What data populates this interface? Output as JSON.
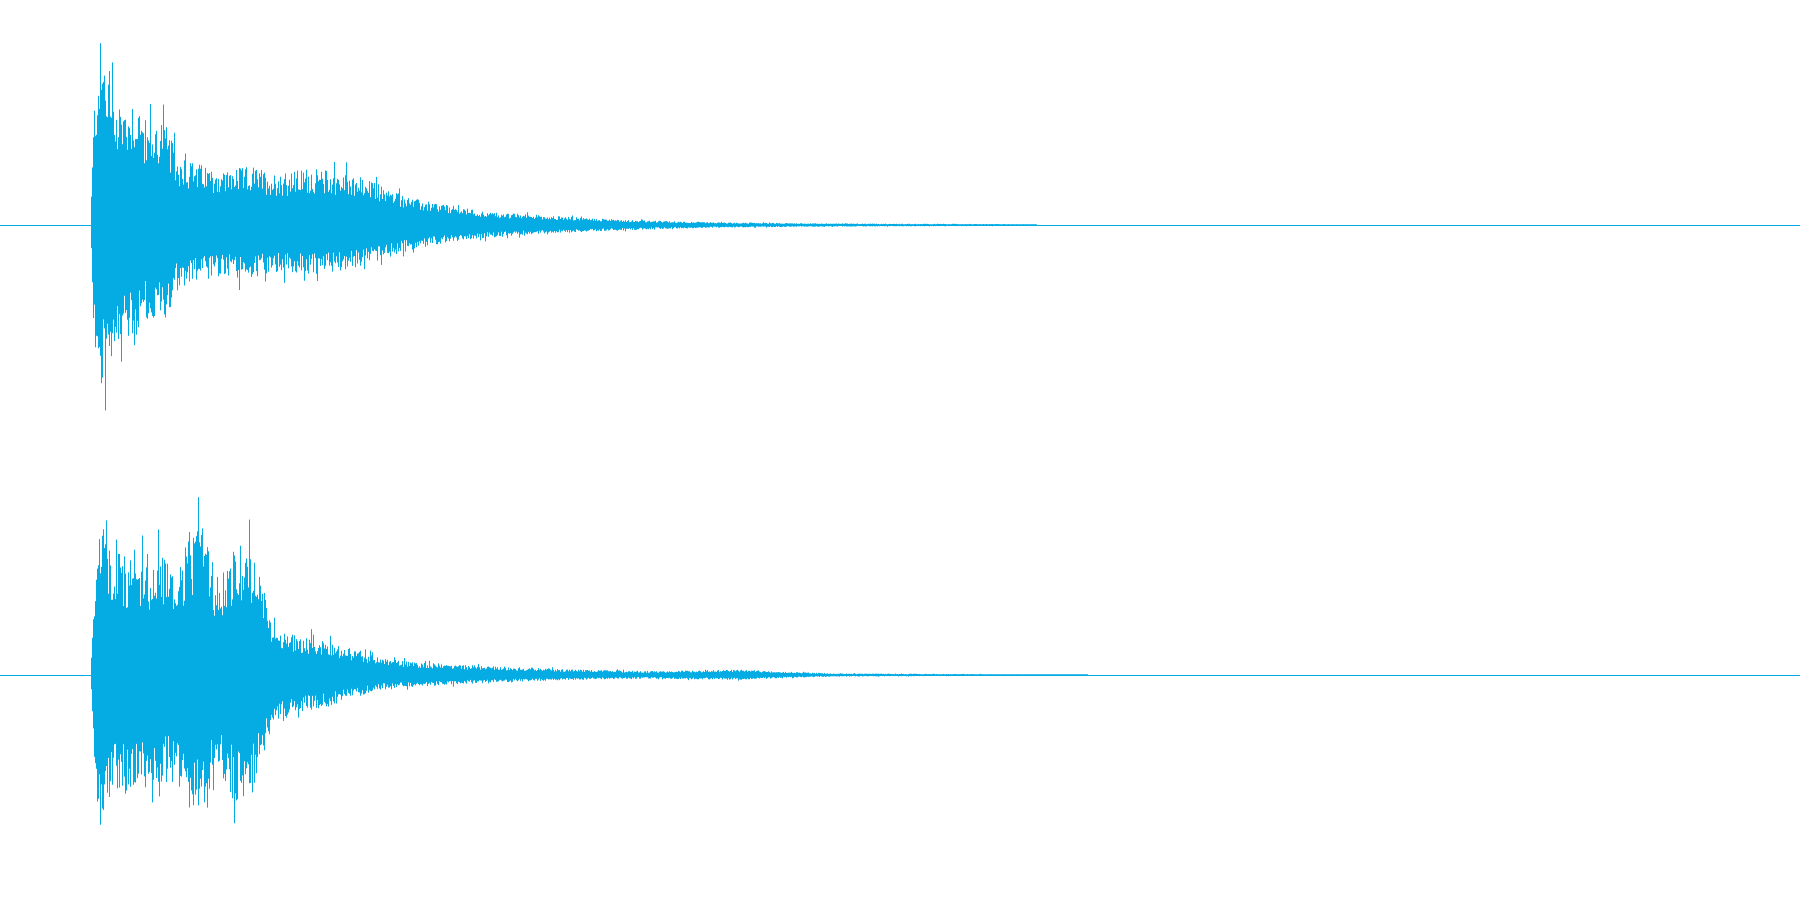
{
  "waveform": {
    "color": "#05ace3",
    "background": "#ffffff",
    "channels": [
      {
        "id": "channel-1",
        "envelope": [
          {
            "t": 0.0,
            "pos": 0.0,
            "neg": 0.0
          },
          {
            "t": 0.05,
            "pos": 0.0,
            "neg": 0.0
          },
          {
            "t": 0.052,
            "pos": 0.55,
            "neg": 0.55
          },
          {
            "t": 0.055,
            "pos": 0.85,
            "neg": 0.8
          },
          {
            "t": 0.058,
            "pos": 0.78,
            "neg": 0.7
          },
          {
            "t": 0.062,
            "pos": 0.62,
            "neg": 0.6
          },
          {
            "t": 0.068,
            "pos": 0.55,
            "neg": 0.52
          },
          {
            "t": 0.075,
            "pos": 0.6,
            "neg": 0.58
          },
          {
            "t": 0.082,
            "pos": 0.45,
            "neg": 0.42
          },
          {
            "t": 0.09,
            "pos": 0.5,
            "neg": 0.47
          },
          {
            "t": 0.098,
            "pos": 0.32,
            "neg": 0.3
          },
          {
            "t": 0.11,
            "pos": 0.28,
            "neg": 0.26
          },
          {
            "t": 0.125,
            "pos": 0.25,
            "neg": 0.24
          },
          {
            "t": 0.14,
            "pos": 0.27,
            "neg": 0.24
          },
          {
            "t": 0.155,
            "pos": 0.23,
            "neg": 0.22
          },
          {
            "t": 0.17,
            "pos": 0.26,
            "neg": 0.23
          },
          {
            "t": 0.185,
            "pos": 0.25,
            "neg": 0.22
          },
          {
            "t": 0.2,
            "pos": 0.22,
            "neg": 0.19
          },
          {
            "t": 0.215,
            "pos": 0.17,
            "neg": 0.15
          },
          {
            "t": 0.23,
            "pos": 0.12,
            "neg": 0.11
          },
          {
            "t": 0.25,
            "pos": 0.09,
            "neg": 0.08
          },
          {
            "t": 0.27,
            "pos": 0.06,
            "neg": 0.06
          },
          {
            "t": 0.3,
            "pos": 0.045,
            "neg": 0.04
          },
          {
            "t": 0.33,
            "pos": 0.03,
            "neg": 0.03
          },
          {
            "t": 0.36,
            "pos": 0.02,
            "neg": 0.02
          },
          {
            "t": 0.4,
            "pos": 0.012,
            "neg": 0.012
          },
          {
            "t": 0.45,
            "pos": 0.008,
            "neg": 0.008
          },
          {
            "t": 0.5,
            "pos": 0.006,
            "neg": 0.006
          },
          {
            "t": 0.54,
            "pos": 0.005,
            "neg": 0.005
          },
          {
            "t": 0.575,
            "pos": 0.004,
            "neg": 0.004
          },
          {
            "t": 0.576,
            "pos": 0.0,
            "neg": 0.0
          },
          {
            "t": 1.0,
            "pos": 0.0,
            "neg": 0.0
          }
        ]
      },
      {
        "id": "channel-2",
        "envelope": [
          {
            "t": 0.0,
            "pos": 0.0,
            "neg": 0.0
          },
          {
            "t": 0.05,
            "pos": 0.0,
            "neg": 0.0
          },
          {
            "t": 0.053,
            "pos": 0.5,
            "neg": 0.55
          },
          {
            "t": 0.057,
            "pos": 0.9,
            "neg": 0.85
          },
          {
            "t": 0.06,
            "pos": 0.6,
            "neg": 0.58
          },
          {
            "t": 0.07,
            "pos": 0.55,
            "neg": 0.55
          },
          {
            "t": 0.08,
            "pos": 0.52,
            "neg": 0.53
          },
          {
            "t": 0.09,
            "pos": 0.58,
            "neg": 0.5
          },
          {
            "t": 0.098,
            "pos": 0.48,
            "neg": 0.48
          },
          {
            "t": 0.105,
            "pos": 0.65,
            "neg": 0.62
          },
          {
            "t": 0.112,
            "pos": 0.68,
            "neg": 0.7
          },
          {
            "t": 0.12,
            "pos": 0.45,
            "neg": 0.45
          },
          {
            "t": 0.13,
            "pos": 0.58,
            "neg": 0.6
          },
          {
            "t": 0.138,
            "pos": 0.62,
            "neg": 0.6
          },
          {
            "t": 0.146,
            "pos": 0.4,
            "neg": 0.35
          },
          {
            "t": 0.152,
            "pos": 0.22,
            "neg": 0.22
          },
          {
            "t": 0.165,
            "pos": 0.18,
            "neg": 0.18
          },
          {
            "t": 0.18,
            "pos": 0.16,
            "neg": 0.15
          },
          {
            "t": 0.195,
            "pos": 0.12,
            "neg": 0.11
          },
          {
            "t": 0.21,
            "pos": 0.08,
            "neg": 0.07
          },
          {
            "t": 0.23,
            "pos": 0.06,
            "neg": 0.055
          },
          {
            "t": 0.26,
            "pos": 0.045,
            "neg": 0.04
          },
          {
            "t": 0.29,
            "pos": 0.035,
            "neg": 0.03
          },
          {
            "t": 0.32,
            "pos": 0.025,
            "neg": 0.022
          },
          {
            "t": 0.36,
            "pos": 0.018,
            "neg": 0.016
          },
          {
            "t": 0.39,
            "pos": 0.022,
            "neg": 0.02
          },
          {
            "t": 0.41,
            "pos": 0.025,
            "neg": 0.022
          },
          {
            "t": 0.43,
            "pos": 0.018,
            "neg": 0.016
          },
          {
            "t": 0.46,
            "pos": 0.008,
            "neg": 0.008
          },
          {
            "t": 0.5,
            "pos": 0.006,
            "neg": 0.006
          },
          {
            "t": 0.56,
            "pos": 0.004,
            "neg": 0.004
          },
          {
            "t": 0.603,
            "pos": 0.003,
            "neg": 0.003
          },
          {
            "t": 0.604,
            "pos": 0.0,
            "neg": 0.0
          },
          {
            "t": 1.0,
            "pos": 0.0,
            "neg": 0.0
          }
        ]
      }
    ]
  }
}
